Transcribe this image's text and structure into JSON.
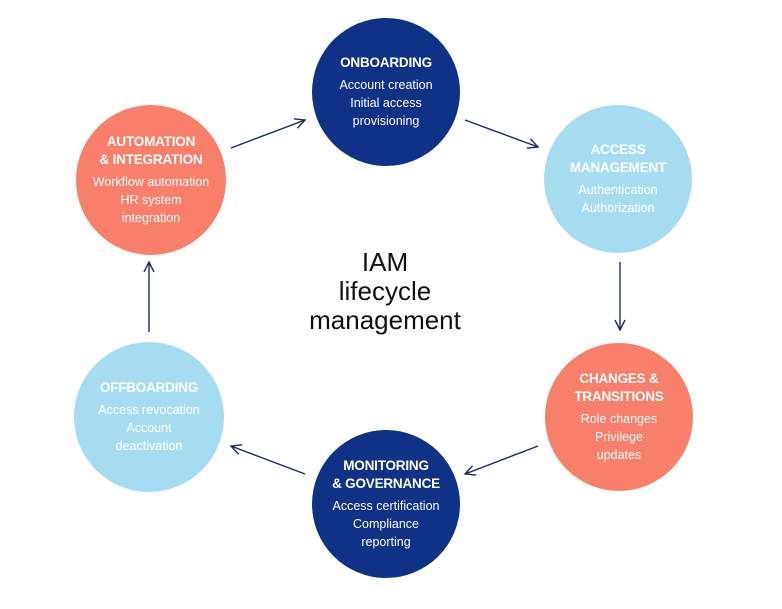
{
  "center": {
    "line1": "IAM",
    "line2": "lifecycle",
    "line3": "management"
  },
  "colors": {
    "dark_blue": "#0f3186",
    "coral": "#f8806a",
    "light_blue": "#a6dcf0",
    "arrow": "#1b2a5e"
  },
  "stages": {
    "onboarding": {
      "title": "ONBOARDING",
      "lines": [
        "Account creation",
        "Initial access",
        "provisioning"
      ]
    },
    "access_management": {
      "title_line1": "ACCESS",
      "title_line2": "MANAGEMENT",
      "lines": [
        "Authentication",
        "Authorization"
      ]
    },
    "changes_transitions": {
      "title_line1": "CHANGES &",
      "title_line2": "TRANSITIONS",
      "lines": [
        "Role changes",
        "Privilege",
        "updates"
      ]
    },
    "monitoring_governance": {
      "title_line1": "MONITORING",
      "title_line2": "& GOVERNANCE",
      "lines": [
        "Access certification",
        "Compliance",
        "reporting"
      ]
    },
    "offboarding": {
      "title": "OFFBOARDING",
      "lines": [
        "Access revocation",
        "Account",
        "deactivation"
      ]
    },
    "automation_integration": {
      "title_line1": "AUTOMATION",
      "title_line2": "& INTEGRATION",
      "lines": [
        "Workflow automation",
        "HR system",
        "integration"
      ]
    }
  }
}
